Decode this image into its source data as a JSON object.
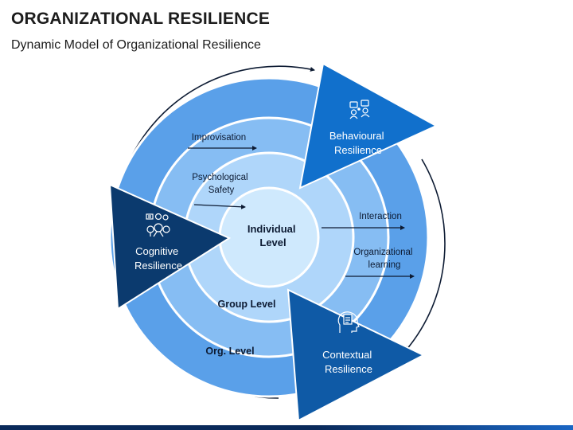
{
  "header": {
    "title": "ORGANIZATIONAL RESILIENCE",
    "subtitle": "Dynamic Model of Organizational Resilience"
  },
  "rings": {
    "center": [
      "Individual",
      "Level"
    ],
    "group": "Group Level",
    "org": "Org. Level"
  },
  "flows": {
    "improvisation": "Improvisation",
    "psych_safety": [
      "Psychological",
      "Safety"
    ],
    "interaction": "Interaction",
    "org_learning": [
      "Organizational",
      "learning"
    ]
  },
  "wedges": {
    "behavioural": {
      "label": [
        "Behavioural",
        "Resilience"
      ],
      "icon": "team-icon"
    },
    "cognitive": {
      "label": [
        "Cognitive",
        "Resilience"
      ],
      "icon": "brain-network-icon"
    },
    "contextual": {
      "label": [
        "Contextual",
        "Resilience"
      ],
      "icon": "head-document-icon"
    }
  },
  "colors": {
    "outer_ring": "#5aa0e9",
    "middle_ring": "#86bdf3",
    "inner_ring": "#afd6fa",
    "center": "#cfe9fd",
    "behavioural": "#1170cc",
    "cognitive": "#0b3a6e",
    "contextual": "#0f5aa6",
    "ring_border": "#ffffff"
  }
}
